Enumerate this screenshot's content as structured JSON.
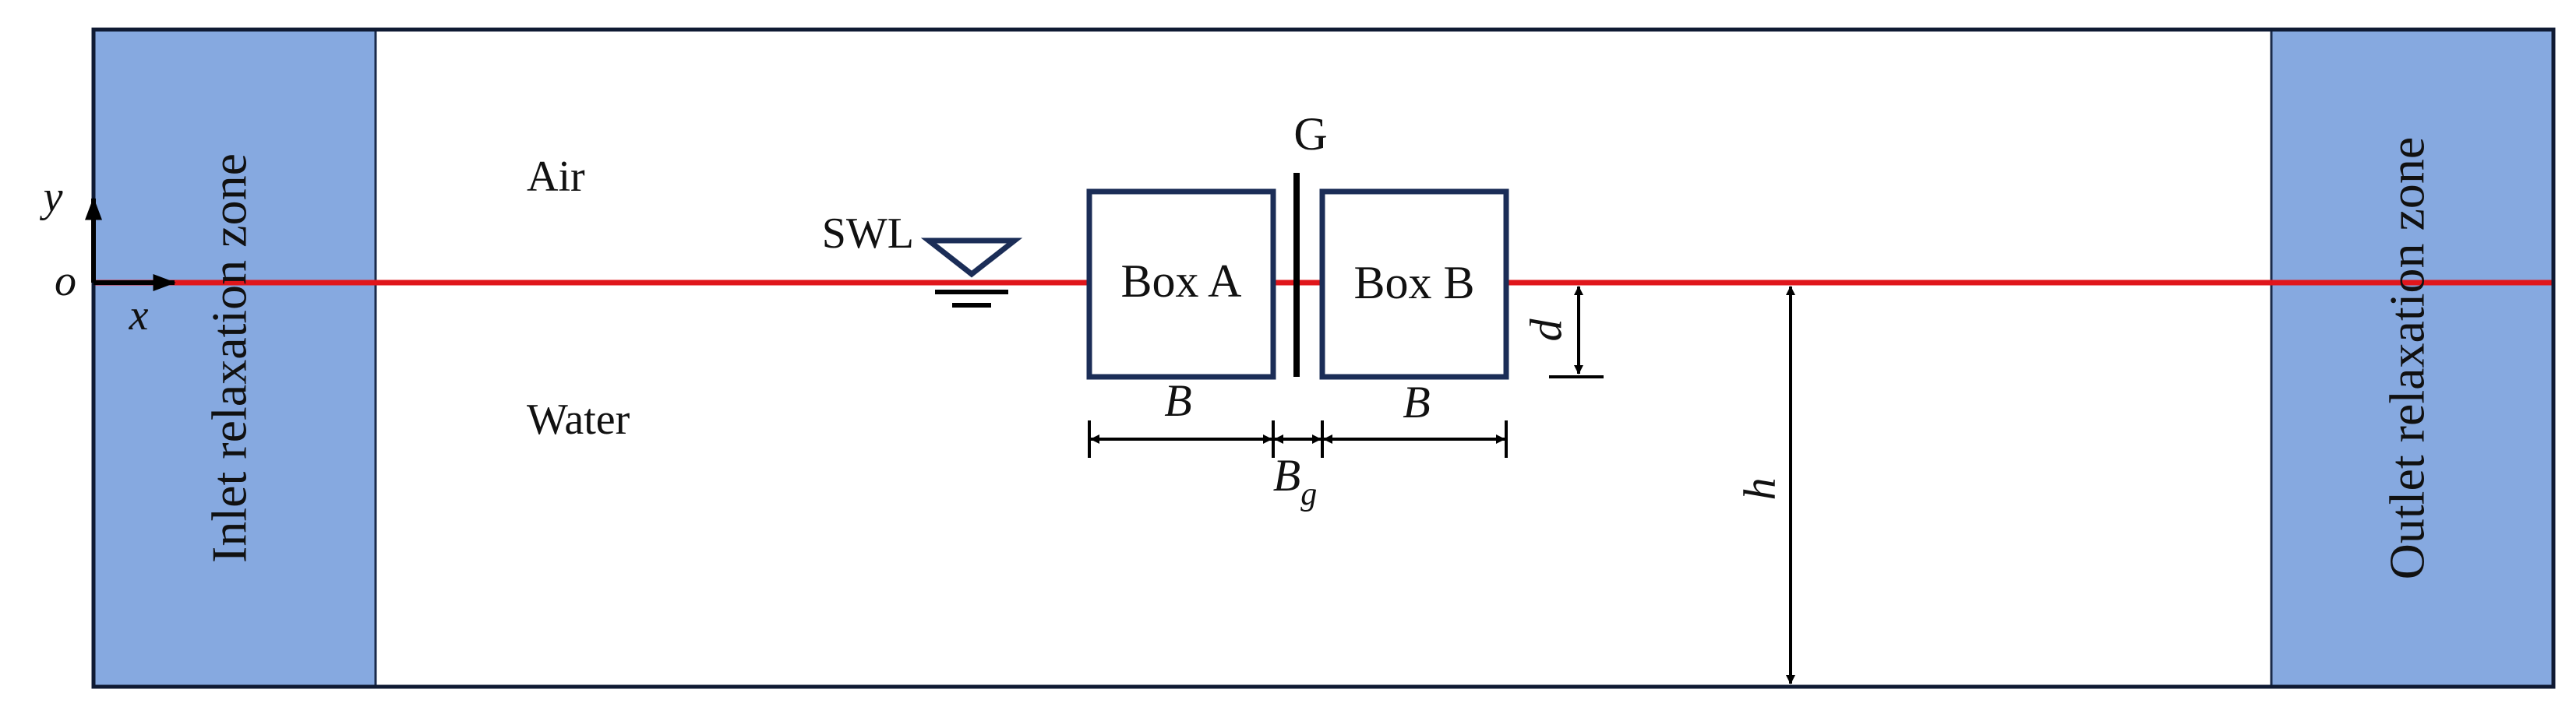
{
  "colors": {
    "zone_fill": "#86A9E0",
    "free_surface": "#E0161B",
    "box_stroke": "#1B2D57",
    "frame_stroke": "#0F1A33",
    "text": "#111111"
  },
  "zones": {
    "inlet": "Inlet relaxation zone",
    "outlet": "Outlet relaxation zone"
  },
  "media": {
    "air": "Air",
    "water": "Water"
  },
  "swl": "SWL",
  "axes": {
    "origin": "o",
    "x": "x",
    "y": "y"
  },
  "boxes": {
    "a": "Box A",
    "b": "Box B"
  },
  "gap_label": "G",
  "dimensions": {
    "width": "B",
    "gap_base": "B",
    "gap_sub": "g",
    "draft": "d",
    "depth": "h"
  }
}
